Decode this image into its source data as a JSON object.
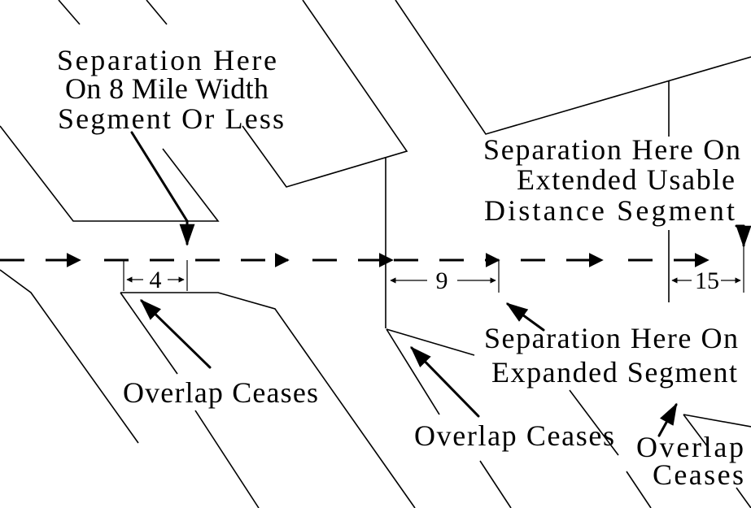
{
  "labels": {
    "sep_8mile": [
      "Separation Here",
      "On 8 Mile Width",
      "Segment Or Less"
    ],
    "sep_extended": [
      "Separation Here On",
      "Extended Usable",
      "Distance Segment"
    ],
    "sep_expanded": [
      "Separation Here On",
      "Expanded Segment"
    ],
    "overlap_1": "Overlap Ceases",
    "overlap_2": "Overlap Ceases",
    "overlap_3": [
      "Overlap",
      "Ceases"
    ]
  },
  "dimensions": {
    "d1": "4",
    "d2": "9",
    "d3": "15"
  }
}
